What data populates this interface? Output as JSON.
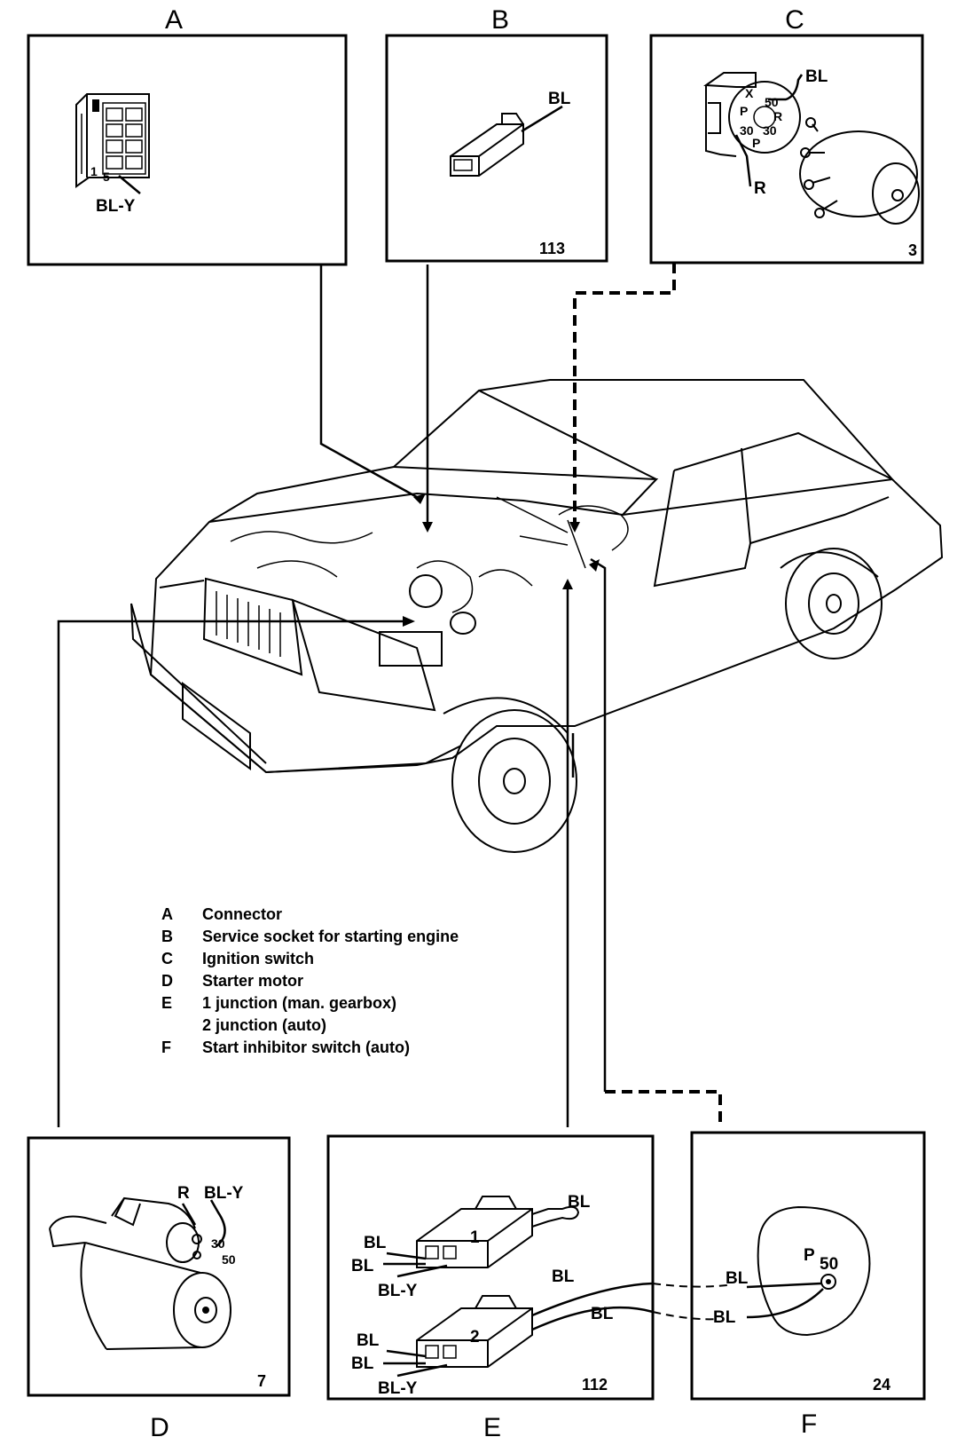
{
  "panels": {
    "A": {
      "letter": "A",
      "wires": [
        "BL-Y"
      ],
      "pins": [
        "5",
        "1"
      ]
    },
    "B": {
      "letter": "B",
      "wires": [
        "BL"
      ],
      "number": "113"
    },
    "C": {
      "letter": "C",
      "wires": [
        "BL",
        "R"
      ],
      "pins": [
        "X",
        "50",
        "P",
        "R",
        "30",
        "30",
        "P"
      ],
      "number": "3"
    },
    "D": {
      "letter": "D",
      "wires": [
        "R",
        "BL-Y"
      ],
      "pins": [
        "30",
        "50"
      ],
      "number": "7"
    },
    "E": {
      "letter": "E",
      "junction_1": {
        "id": "1",
        "wires": [
          "BL",
          "BL",
          "BL",
          "BL-Y"
        ]
      },
      "junction_2": {
        "id": "2",
        "wires": [
          "BL",
          "BL",
          "BL",
          "BL",
          "BL-Y"
        ]
      },
      "number": "112"
    },
    "F": {
      "letter": "F",
      "wires": [
        "BL",
        "BL"
      ],
      "pins": [
        "P",
        "50"
      ],
      "number": "24"
    }
  },
  "legend": [
    {
      "key": "A",
      "text": "Connector"
    },
    {
      "key": "B",
      "text": "Service socket for starting engine"
    },
    {
      "key": "C",
      "text": "Ignition switch"
    },
    {
      "key": "D",
      "text": "Starter motor"
    },
    {
      "key": "E",
      "text": "1 junction (man. gearbox)"
    },
    {
      "key": "",
      "text": "2 junction (auto)"
    },
    {
      "key": "F",
      "text": "Start inhibitor switch (auto)"
    }
  ]
}
